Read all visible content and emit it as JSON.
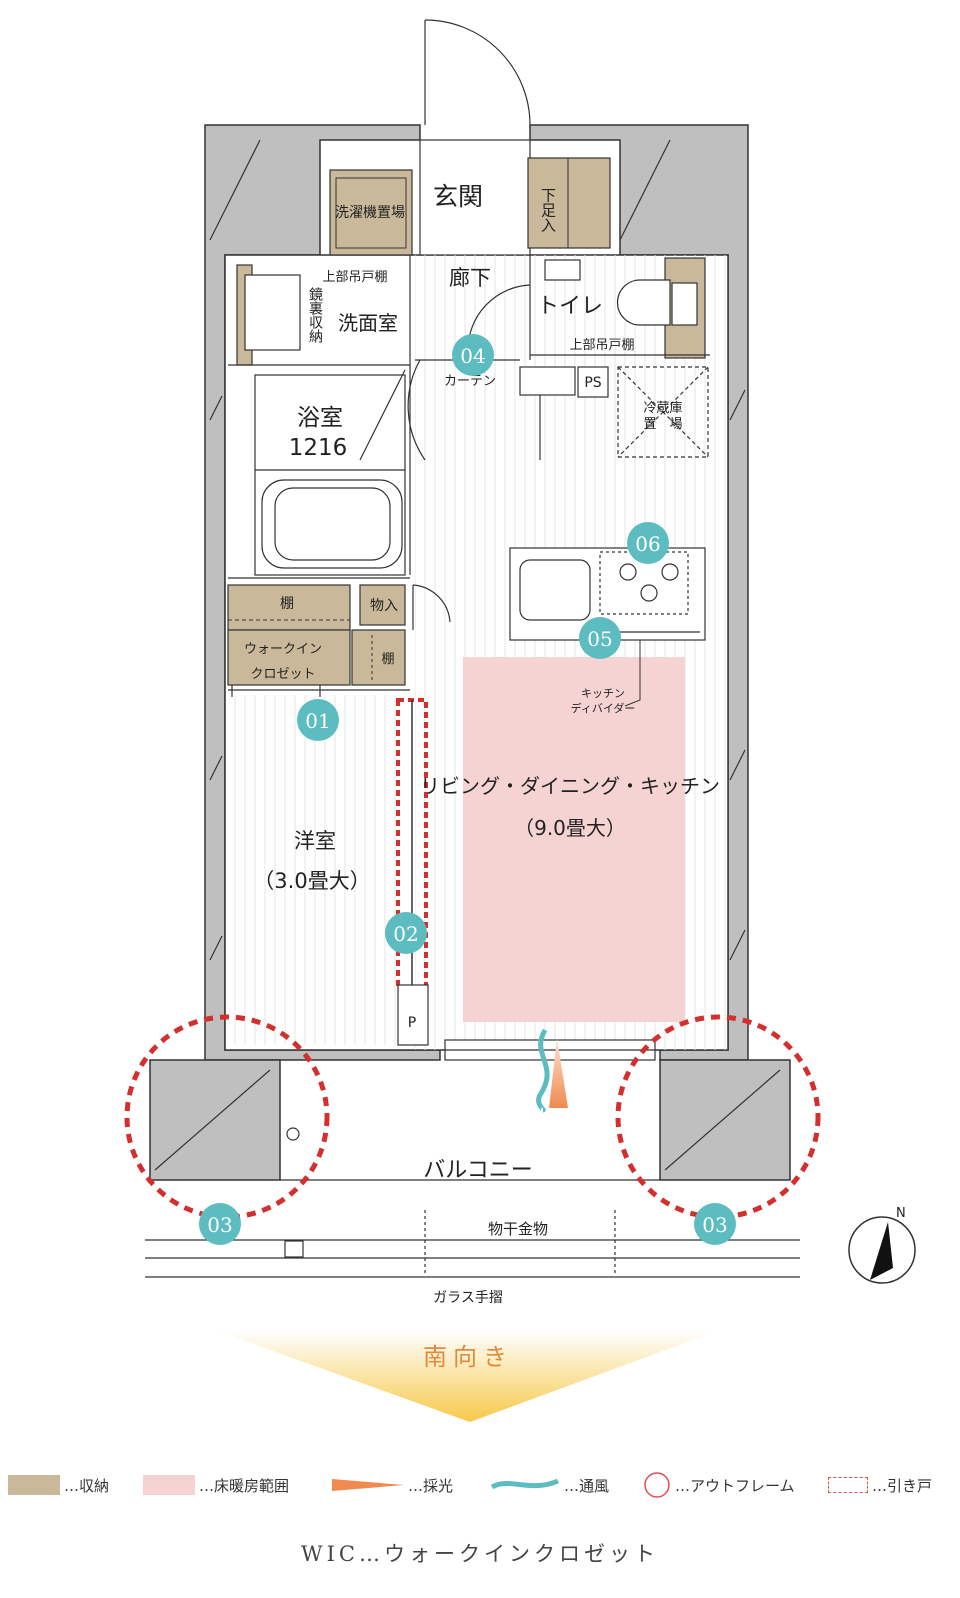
{
  "rooms": {
    "entrance": "玄関",
    "shoe_storage": "下足入",
    "washer_space": "洗濯機置場",
    "upper_cabinet_1": "上部吊戸棚",
    "mirror_storage": "鏡裏収納",
    "washroom": "洗面室",
    "hallway": "廊下",
    "toilet": "トイレ",
    "upper_cabinet_2": "上部吊戸棚",
    "curtain_box": "カーテン",
    "ps": "PS",
    "fridge_space_1": "冷蔵庫",
    "fridge_space_2": "置　場",
    "bathroom": "浴室",
    "bathroom_size": "1216",
    "shelf_1": "棚",
    "storage": "物入",
    "wic_1": "ウォークイン",
    "wic_2": "クロゼット",
    "shelf_2": "棚",
    "kitchen_divider_1": "キッチン",
    "kitchen_divider_2": "ディバイダー",
    "ldk": "リビング・ダイニング・キッチン",
    "ldk_size": "（9.0畳大）",
    "western_room": "洋室",
    "western_room_size": "（3.0畳大）",
    "pipe": "P",
    "balcony": "バルコニー",
    "laundry_rail": "物干金物",
    "glass_railing": "ガラス手摺",
    "south_facing": "南向き",
    "north": "N"
  },
  "markers": [
    "01",
    "02",
    "03",
    "03",
    "04",
    "05",
    "06"
  ],
  "legend": [
    {
      "label": "…収納",
      "color": "#c9b99a"
    },
    {
      "label": "…床暖房範囲",
      "color": "#f6d3d3"
    },
    {
      "label": "…採光",
      "color": "#f0a070"
    },
    {
      "label": "…通風",
      "color": "#5cbcc0"
    },
    {
      "label": "…アウトフレーム",
      "color": "#e05050"
    },
    {
      "label": "…引き戸",
      "color": "#e05050"
    }
  ],
  "footnote": "WIC…ウォークインクロゼット",
  "colors": {
    "wall": "#bfbfbf",
    "storage": "#c9b99a",
    "floor_heating": "#f6d3d3",
    "marker": "#5cbcc0",
    "outframe": "#d32f2f",
    "south_arrow": "#f7d36a",
    "south_text": "#e08a3c"
  }
}
